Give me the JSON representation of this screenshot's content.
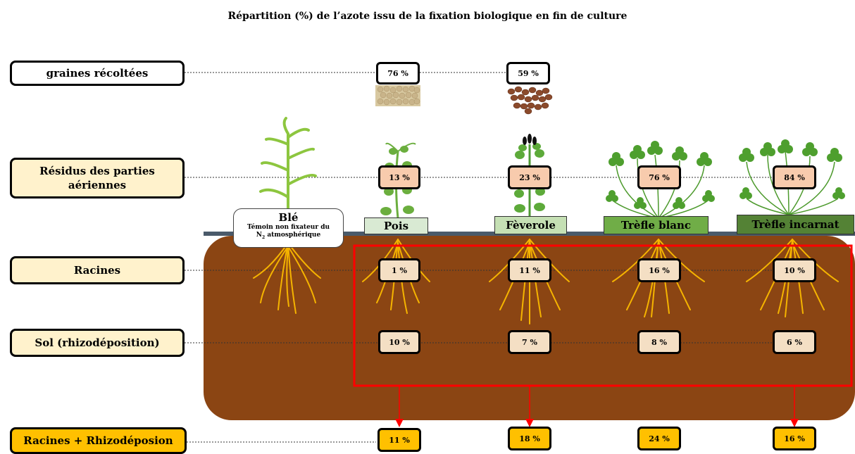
{
  "title": "Répartition (%) de l’azote issu de la fixation biologique en fin de culture",
  "rows": {
    "graines": "graines récoltées",
    "residus": "Résidus des parties aériennes",
    "racines": "Racines",
    "sol": "Sol (rhizodéposition)",
    "total": "Racines + Rhizodéposion"
  },
  "plants": {
    "ble_name": "Blé",
    "ble_sub_line1": "Témoin non fixateur du",
    "ble_sub_line2": "N",
    "ble_sub_sub": "2",
    "ble_sub_line3": " atmosphérique",
    "pois": "Pois",
    "feverole": "Fèverole",
    "trefle_blanc": "Trèfle blanc",
    "trefle_incarnat": "Trèfle incarnat"
  },
  "values": {
    "graines": {
      "pois": "76 %",
      "feverole": "59 %"
    },
    "residus": {
      "pois": "13 %",
      "feverole": "23 %",
      "trefle_blanc": "76 %",
      "trefle_incarnat": "84 %"
    },
    "racines": {
      "pois": "1 %",
      "feverole": "11 %",
      "trefle_blanc": "16 %",
      "trefle_incarnat": "10 %"
    },
    "sol": {
      "pois": "10 %",
      "feverole": "7 %",
      "trefle_blanc": "8 %",
      "trefle_incarnat": "6 %"
    },
    "total": {
      "pois": "11 %",
      "feverole": "18 %",
      "trefle_blanc": "24 %",
      "trefle_incarnat": "16 %"
    }
  },
  "colors": {
    "soil": "#8B4513",
    "ground_line": "#4a5a6a",
    "row_label_bg": "#FFF2CC",
    "total_bg": "#FFC000",
    "value_bg": "#F8CBAD",
    "value_soil_bg": "#F4DFC4",
    "highlight_frame": "#FF0000",
    "pois_label": "#D9EAD3",
    "feverole_label": "#C5E0B4",
    "trefle_blanc_label": "#70AD47",
    "trefle_incarnat_label": "#548235",
    "plant_green": "#5DAA3A",
    "root": "#F5B400"
  }
}
